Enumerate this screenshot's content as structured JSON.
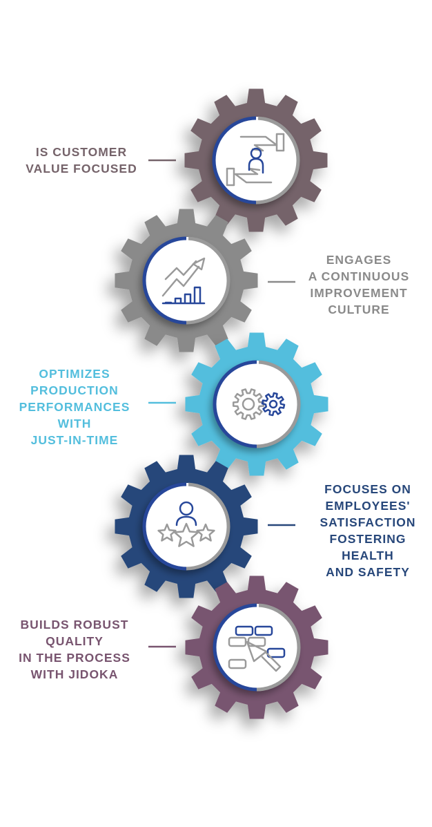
{
  "steps": [
    {
      "lines": [
        "IS CUSTOMER",
        "VALUE FOCUSED"
      ],
      "color": "#75636a",
      "side": "left",
      "icon": "hands-person-icon"
    },
    {
      "lines": [
        "ENGAGES",
        "A CONTINUOUS",
        "IMPROVEMENT",
        "CULTURE"
      ],
      "color": "#8a8a8a",
      "side": "right",
      "icon": "growth-chart-icon"
    },
    {
      "lines": [
        "OPTIMIZES",
        "PRODUCTION",
        "PERFORMANCES",
        "WITH",
        "JUST-IN-TIME"
      ],
      "color": "#53bedd",
      "side": "left",
      "icon": "gears-icon"
    },
    {
      "lines": [
        "FOCUSES ON",
        "EMPLOYEES'",
        "SATISFACTION",
        "FOSTERING",
        "HEALTH",
        "AND SAFETY"
      ],
      "color": "#27477a",
      "side": "right",
      "icon": "person-stars-icon"
    },
    {
      "lines": [
        "BUILDS ROBUST",
        "QUALITY",
        "IN THE PROCESS",
        "WITH JIDOKA"
      ],
      "color": "#78546f",
      "side": "left",
      "icon": "bricks-trowel-icon"
    }
  ],
  "accent": "#27479a",
  "ring_gray": "#9a9a9a"
}
